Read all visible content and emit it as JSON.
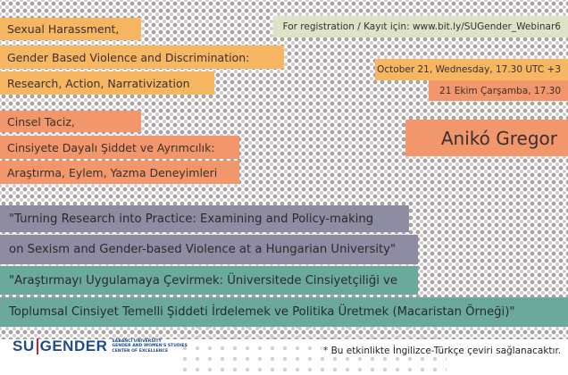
{
  "title_en": [
    "Sexual Harassment,",
    "Gender Based Violence and Discrimination:",
    "Research, Action, Narrativization"
  ],
  "title_tr": [
    "Cinsel Taciz,",
    "Cinsiyete Dayalı Şiddet ve Ayrımcılık:",
    "Araştırma, Eylem, Yazma Deneyimleri"
  ],
  "registration": "For registration / Kayıt için: www.bit.ly/SUGender_Webinar6",
  "date_en": "October 21, Wednesday, 17.30 UTC +3",
  "date_tr": "21 Ekim Çarşamba, 17.30",
  "speaker": "Anikó Gregor",
  "talk_en": [
    "\"Turning Research into Practice: Examining and Policy-making",
    "on Sexism and Gender-based Violence at a Hungarian University\""
  ],
  "talk_tr": [
    "\"Araştırmayı Uygulamaya Çevirmek: Üniversitede Cinsiyetçiliği ve",
    "Toplumsal Cinsiyet Temelli Şiddeti İrdelemek ve Politika Üretmek (Macaristan Örneği)\""
  ],
  "logo": {
    "su": "SU",
    "gender": "GENDER",
    "sub": [
      "SABANCI UNIVERSITY",
      "GENDER AND WOMEN'S STUDIES",
      "CENTER OF EXCELLENCE"
    ]
  },
  "footnote": "* Bu etkinlikte İngilizce-Türkçe çeviri sağlanacaktır.",
  "colors": {
    "yellow": "#f7b662",
    "salmon": "#f2966b",
    "sage": "#dde3c6",
    "purple_gray": "#8e8ca2",
    "teal": "#6aa99b",
    "logo_blue": "#1f4b8f",
    "logo_red": "#d3202a"
  }
}
